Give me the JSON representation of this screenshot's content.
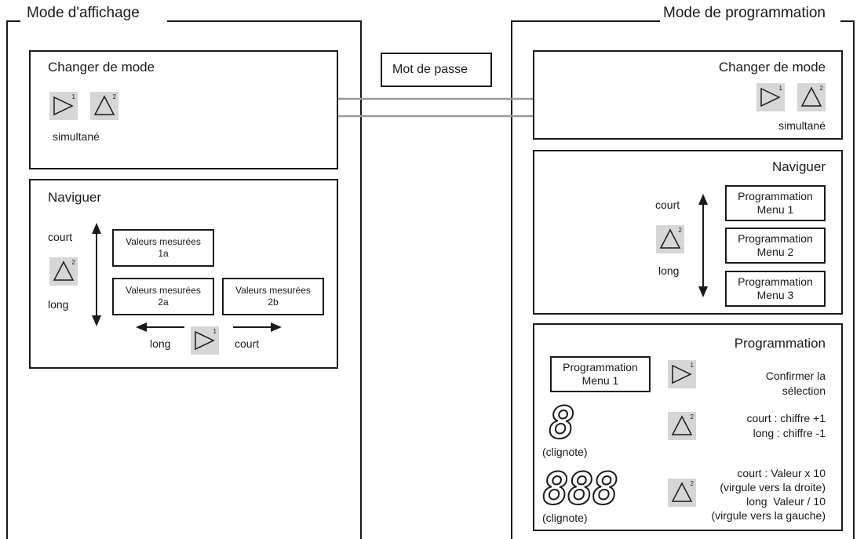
{
  "left_panel": {
    "title": "Mode d'affichage",
    "change_mode": {
      "heading": "Changer de mode",
      "key1_num": "1",
      "key2_num": "2",
      "caption": "simultané"
    },
    "navigate": {
      "heading": "Naviguer",
      "court": "court",
      "long": "long",
      "key2_num": "2",
      "key1_num": "1",
      "box_1a": [
        "Valeurs mesurées",
        "1a"
      ],
      "box_2a": [
        "Valeurs mesurées",
        "2a"
      ],
      "box_2b": [
        "Valeurs mesurées",
        "2b"
      ],
      "bottom_long": "long",
      "bottom_court": "court"
    }
  },
  "center": {
    "password": "Mot de passe"
  },
  "right_panel": {
    "title": "Mode de programmation",
    "change_mode": {
      "heading": "Changer de mode",
      "key1_num": "1",
      "key2_num": "2",
      "caption": "simultané"
    },
    "navigate": {
      "heading": "Naviguer",
      "court": "court",
      "long": "long",
      "key2_num": "2",
      "menu1": [
        "Programmation",
        "Menu 1"
      ],
      "menu2": [
        "Programmation",
        "Menu 2"
      ],
      "menu3": [
        "Programmation",
        "Menu 3"
      ]
    },
    "programming": {
      "heading": "Programmation",
      "menu_box": [
        "Programmation",
        "Menu 1"
      ],
      "key1_num": "1",
      "confirm": [
        "Confirmer la",
        "sélection"
      ],
      "digit_single": "8",
      "blink1": "(clignote)",
      "key2_num": "2",
      "digit_rule": [
        "court : chiffre +1",
        "long : chiffre -1"
      ],
      "digit_triple": "888",
      "blink2": "(clignote)",
      "key2b_num": "2",
      "value_rule": [
        "court : Valeur x 10",
        "(virgule vers la droite)",
        "long  Valeur / 10",
        "(virgule vers la gauche)"
      ]
    }
  },
  "colors": {
    "line": "#1a1a1a",
    "key_bg": "#d6d6d6",
    "arrow_grey": "#999999"
  }
}
